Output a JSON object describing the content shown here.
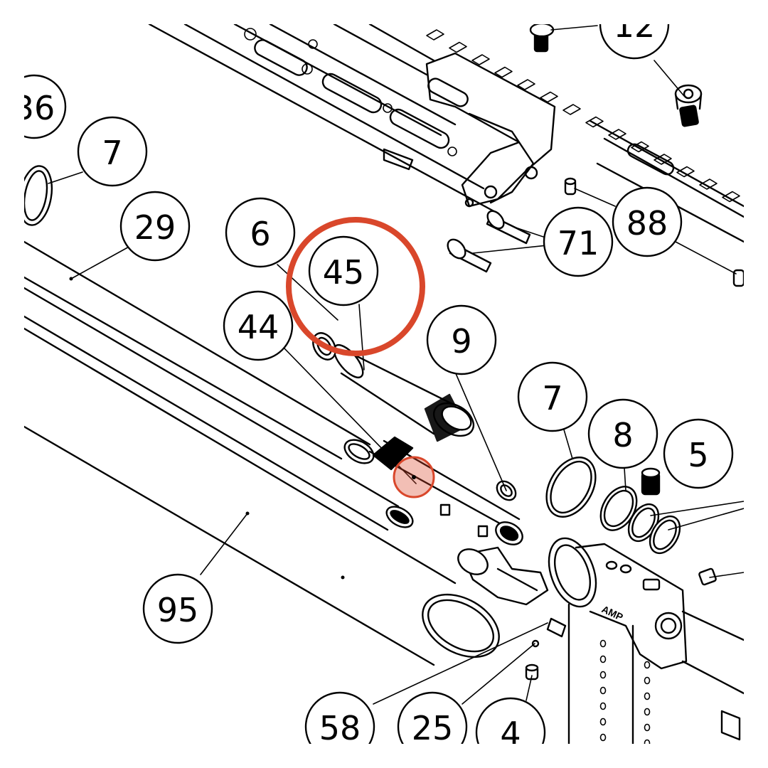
{
  "diagram": {
    "callouts": [
      {
        "id": "36",
        "label": "36"
      },
      {
        "id": "7a",
        "label": "7"
      },
      {
        "id": "29",
        "label": "29"
      },
      {
        "id": "6",
        "label": "6"
      },
      {
        "id": "45",
        "label": "45"
      },
      {
        "id": "44",
        "label": "44"
      },
      {
        "id": "9",
        "label": "9"
      },
      {
        "id": "7b",
        "label": "7"
      },
      {
        "id": "8",
        "label": "8"
      },
      {
        "id": "5",
        "label": "5"
      },
      {
        "id": "12",
        "label": "12"
      },
      {
        "id": "88",
        "label": "88"
      },
      {
        "id": "71",
        "label": "71"
      },
      {
        "id": "95",
        "label": "95"
      },
      {
        "id": "58",
        "label": "58"
      },
      {
        "id": "25",
        "label": "25"
      },
      {
        "id": "4",
        "label": "4"
      }
    ],
    "stamp_text": "AMP",
    "highlight": {
      "color": "#d9472b",
      "ring_target": "45",
      "dot_target": "44"
    }
  }
}
